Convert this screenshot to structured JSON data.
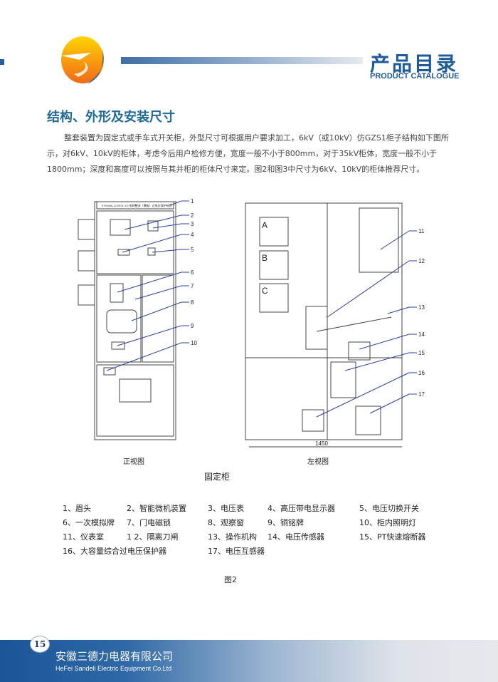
{
  "header": {
    "catalogue_cn": "产品目录",
    "catalogue_en": "PRODUCT CATALOGUE",
    "accent": "#1f5a9a"
  },
  "section": {
    "title": "结构、外形及安装尺寸",
    "intro": "整套装置为固定式或手车式开关柜，外型尺寸可根据用户要求加工，6kV（或10kV）仿GZS1柜子结构如下图所示，对6kV、10kV的柜体，考虑今后用户检修方便，宽度一般不小于800mm，对于35kV柜体，宽度一般不小于1800mm；深度和高度可以按照与其并柜的柜体尺寸来定。图2和图3中尺寸为6kV、10kV的柜体推荐尺寸。"
  },
  "drawing": {
    "nameplate": "KYN28A-12 BGX-YU 电网整流（模板）过电压保护装置",
    "front_callouts": [
      "1",
      "2",
      "3",
      "4",
      "5",
      "6",
      "7",
      "8",
      "9",
      "10"
    ],
    "side_callouts": [
      "11",
      "12",
      "13",
      "14",
      "15",
      "16",
      "17"
    ],
    "phases": [
      "A",
      "B",
      "C"
    ],
    "dimension": "1450",
    "front_caption": "正视图",
    "side_caption": "左视图",
    "type_caption": "固定柜"
  },
  "legend": [
    "1、眉头",
    "2、智能微机装置",
    "3、电压表",
    "4、高压带电显示器",
    "5、电压切换开关",
    "6、一次模拟牌",
    "7、门电磁锁",
    "8、观察窗",
    "9、铜铭牌",
    "10、柜内照明灯",
    "11、仪表室",
    "1 2、隔离刀闸",
    "13、操作机构",
    "14、电压传感器",
    "15、PT快速熔断器",
    "16、大容量综合过电压保护器",
    "17、电压互感器"
  ],
  "figure_label": "图2",
  "footer": {
    "page": "15",
    "company_cn": "安徽三德力电器有限公司",
    "company_en": "HeFei Sandeli Electric Equipment Co.Ltd"
  }
}
